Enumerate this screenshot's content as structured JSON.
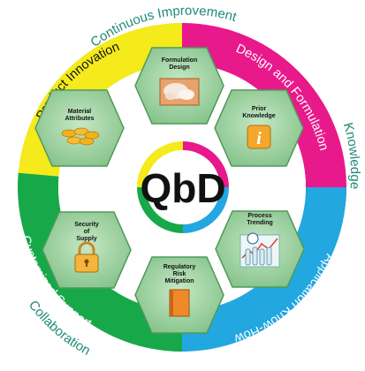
{
  "center": {
    "label": "QbD"
  },
  "ring": {
    "segments": [
      {
        "label": "Product Innovation",
        "color": "#f4ea1c"
      },
      {
        "label": "Design and Formulation",
        "color": "#e8198b"
      },
      {
        "label": "Application Know-How",
        "color": "#22a7e0"
      },
      {
        "label": "Customized Support",
        "color": "#17a84a"
      }
    ]
  },
  "outer": {
    "top": "Continuous Improvement",
    "right": "Knowledge",
    "bottom_left": "Collaboration"
  },
  "hexagons": [
    {
      "label_lines": [
        "Formulation",
        "Design"
      ],
      "icon": "formulation-powder-icon"
    },
    {
      "label_lines": [
        "Prior",
        "Knowledge"
      ],
      "icon": "info-icon"
    },
    {
      "label_lines": [
        "Process",
        "Trending"
      ],
      "icon": "process-trending-icon"
    },
    {
      "label_lines": [
        "Regulatory",
        "Risk",
        "Mitigation"
      ],
      "icon": "document-icon"
    },
    {
      "label_lines": [
        "Security",
        "of",
        "Supply"
      ],
      "icon": "padlock-icon"
    },
    {
      "label_lines": [
        "Material",
        "Attributes"
      ],
      "icon": "tablets-icon"
    }
  ],
  "colors": {
    "hex_fill": "#9fd3a3",
    "hex_stroke": "#4e9a58",
    "outer_text": "#1f8a7a",
    "ring_inner_bg": "#ffffff"
  }
}
